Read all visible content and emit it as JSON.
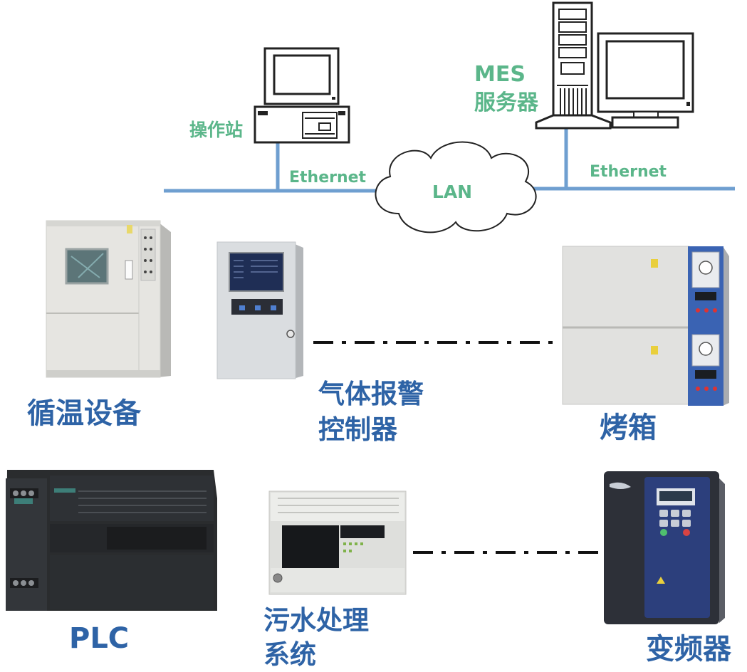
{
  "network": {
    "operator_station": "操作站",
    "mes_line1": "MES",
    "mes_line2": "服务器",
    "ethernet_left": "Ethernet",
    "ethernet_right": "Ethernet",
    "lan": "LAN"
  },
  "devices": {
    "thermal_cycle": "循温设备",
    "gas_alarm_line1": "气体报警",
    "gas_alarm_line2": "控制器",
    "oven": "烤箱",
    "plc": "PLC",
    "wastewater_line1": "污水处理",
    "wastewater_line2": "系统",
    "inverter": "变频器"
  },
  "colors": {
    "network_line": "#6f9fd0",
    "network_label": "#5bb68a",
    "device_label": "#2e63a6"
  }
}
